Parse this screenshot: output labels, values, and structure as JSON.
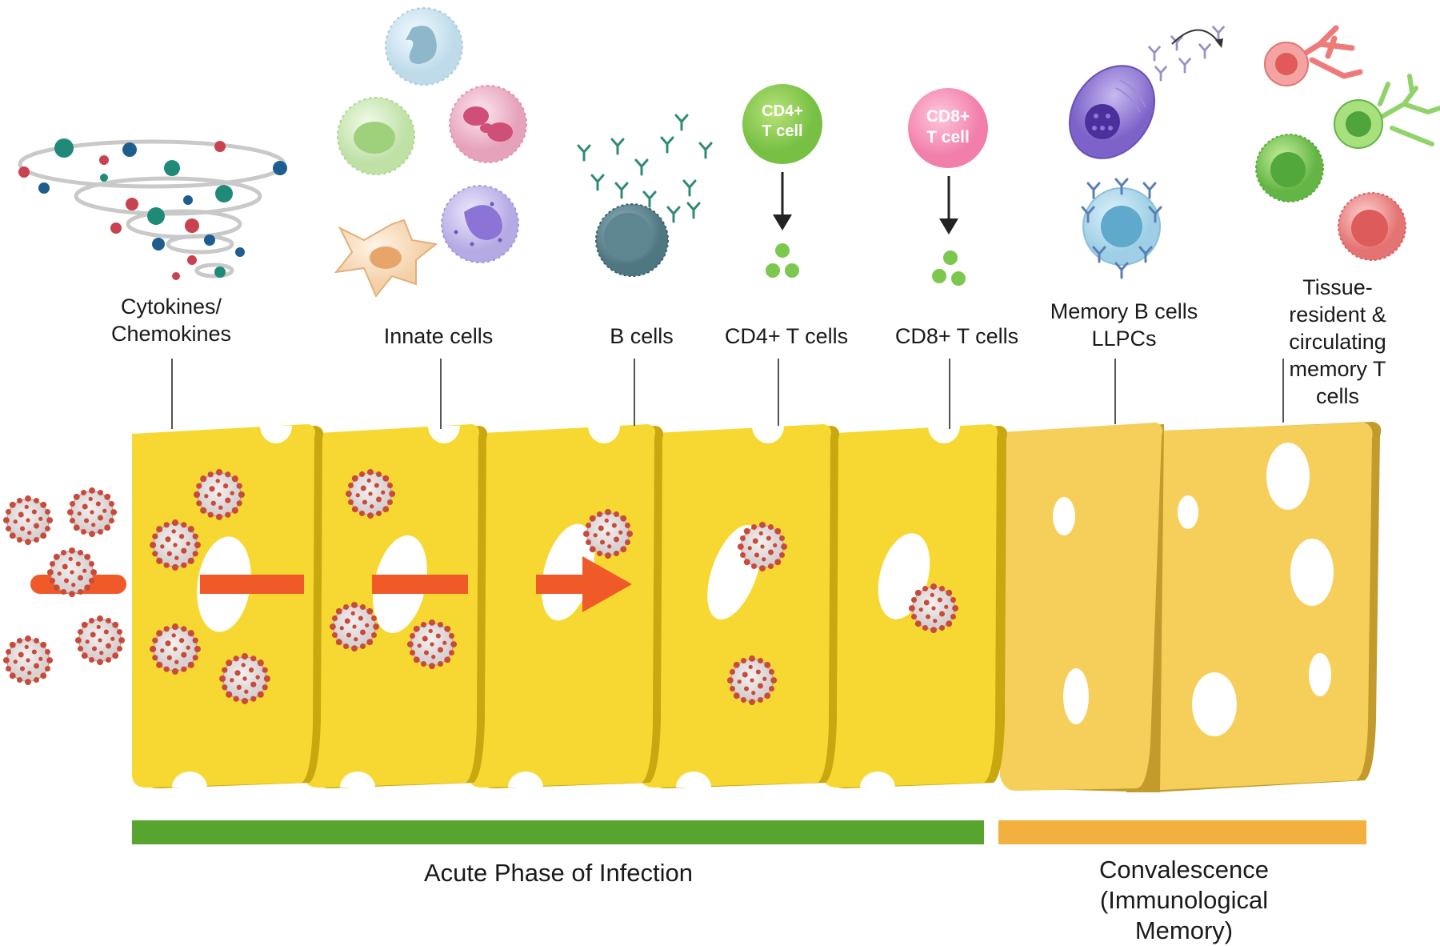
{
  "colors": {
    "cheese_active": "#f7d832",
    "cheese_active_edge": "#c9a70f",
    "cheese_memory": "#f5cf5a",
    "cheese_memory_edge": "#c29b2c",
    "arrow": "#f05a28",
    "acute_bar": "#57a52f",
    "convalescence_bar": "#f2b13e",
    "virus": "#c94a3a"
  },
  "icons": [
    "cytokine-tornado-icon",
    "neutrophil-icon",
    "monocyte-icon",
    "eosinophil-icon",
    "basophil-icon",
    "dendritic-cell-icon",
    "b-cell-icon",
    "antibody-icon",
    "cd4-t-cell-icon",
    "cd8-t-cell-icon",
    "plasma-cell-icon",
    "memory-b-cell-icon",
    "memory-t-cell-icon",
    "virus-icon"
  ],
  "badges": {
    "cd4": "CD4+\nT cell",
    "cd8": "CD8+\nT cell"
  },
  "labels": [
    {
      "id": "cytokines",
      "text": "Cytokines/\nChemokines"
    },
    {
      "id": "innate",
      "text": "Innate cells"
    },
    {
      "id": "bcells",
      "text": "B cells"
    },
    {
      "id": "cd4",
      "text": "CD4+ T cells"
    },
    {
      "id": "cd8",
      "text": "CD8+ T cells"
    },
    {
      "id": "memoryb",
      "text": "Memory B cells\nLLPCs"
    },
    {
      "id": "memoryt",
      "text": "Tissue-resident &\ncirculating\nmemory T cells"
    }
  ],
  "phases": {
    "acute": "Acute Phase of Infection",
    "convalescence": "Convalescence\n(Immunological Memory)"
  }
}
